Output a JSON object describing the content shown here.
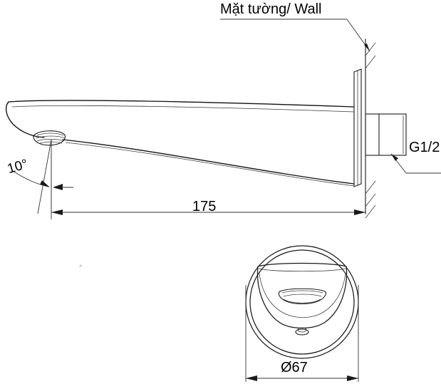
{
  "drawing": {
    "title_note": "Mặt tường/ Wall",
    "labels": {
      "wall": "Mặt tường/ Wall",
      "angle": "10°",
      "thread": "G1/2",
      "length": "175",
      "diameter": "Ø67"
    },
    "dimensions": {
      "spout_projection_mm": "175",
      "flange_diameter_mm": "Ø67",
      "outlet_angle_deg": "10°",
      "inlet_thread": "G1/2"
    },
    "colors": {
      "line": "#1a1a1a",
      "dimension_line": "#333333",
      "background": "#ffffff",
      "text": "#000000"
    },
    "views": {
      "side_view_name": "side-elevation",
      "front_view_name": "front-elevation"
    }
  }
}
